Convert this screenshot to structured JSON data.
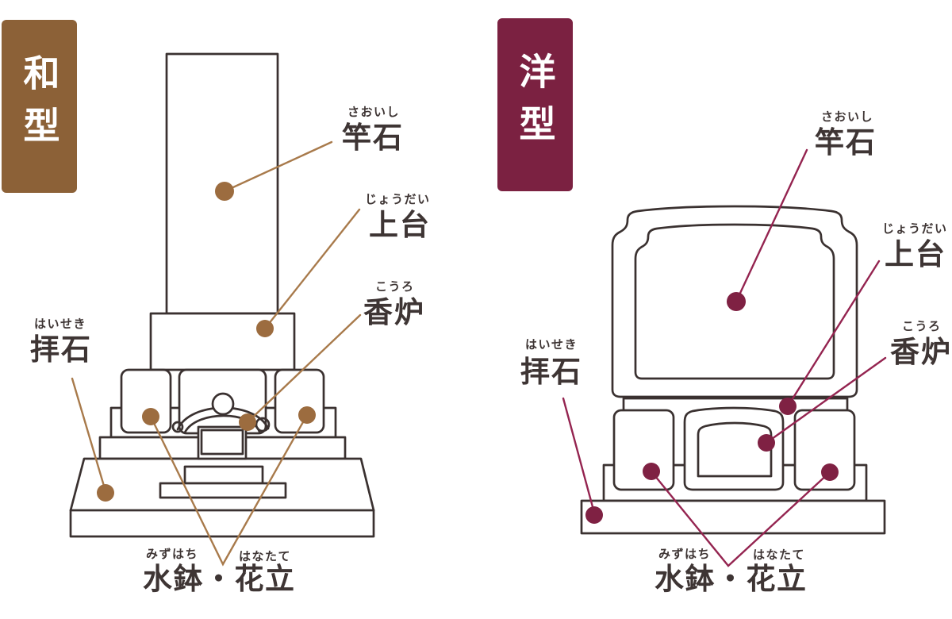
{
  "colors": {
    "outline": "#3a3130",
    "text": "#3e3534",
    "wagata_badge": "#8c6137",
    "wagata_dot": "#9c6c3f",
    "wagata_line": "#a87a4b",
    "yougata_badge": "#7b2141",
    "yougata_dot": "#7f2143",
    "yougata_line": "#942450"
  },
  "diagrams": [
    {
      "badge": "和型",
      "labels": {
        "saoishi": {
          "furigana": "さおいし",
          "kanji": "竿石"
        },
        "joudai": {
          "furigana": "じょうだい",
          "kanji": "上台"
        },
        "kouro": {
          "furigana": "こうろ",
          "kanji": "香炉"
        },
        "haiseki": {
          "furigana": "はいせき",
          "kanji": "拝石"
        },
        "mizuhachi_hanatate": {
          "furigana_mizuhachi": "みずはち",
          "furigana_hanatate": "はなたて",
          "kanji": "水鉢・花立"
        }
      }
    },
    {
      "badge": "洋型",
      "labels": {
        "saoishi": {
          "furigana": "さおいし",
          "kanji": "竿石"
        },
        "joudai": {
          "furigana": "じょうだい",
          "kanji": "上台"
        },
        "kouro": {
          "furigana": "こうろ",
          "kanji": "香炉"
        },
        "haiseki": {
          "furigana": "はいせき",
          "kanji": "拝石"
        },
        "mizuhachi_hanatate": {
          "furigana_mizuhachi": "みずはち",
          "furigana_hanatate": "はなたて",
          "kanji": "水鉢・花立"
        }
      }
    }
  ]
}
